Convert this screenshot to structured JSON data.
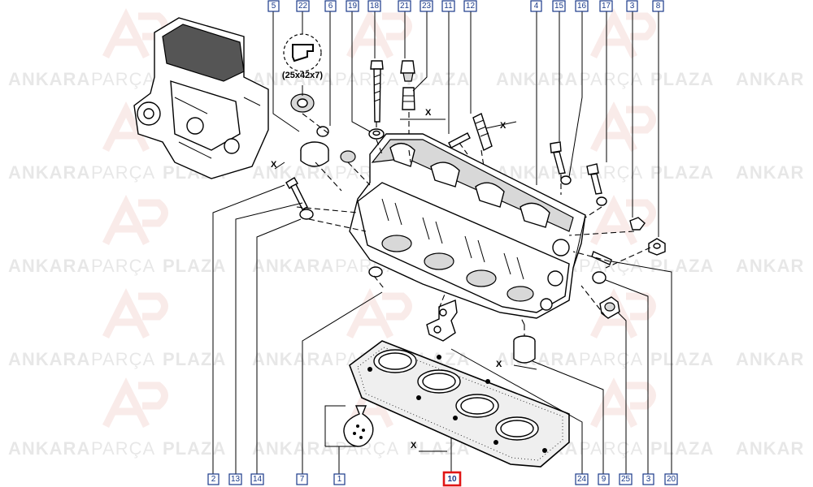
{
  "watermark": {
    "brand_word_1": "ANKARA",
    "brand_word_2": "PARÇA",
    "brand_word_3": "PLAZA",
    "cut_text": "ANKAR"
  },
  "seal_spec_label": "(25x42x7)",
  "dimension_marker": "X",
  "highlighted_callout": "10",
  "callouts_top": [
    "5",
    "22",
    "6",
    "19",
    "18",
    "21",
    "23",
    "11",
    "12",
    "4",
    "15",
    "16",
    "17",
    "3",
    "8"
  ],
  "callouts_bottom": [
    "2",
    "13",
    "14",
    "7",
    "1",
    "10",
    "24",
    "9",
    "25",
    "3",
    "20"
  ]
}
